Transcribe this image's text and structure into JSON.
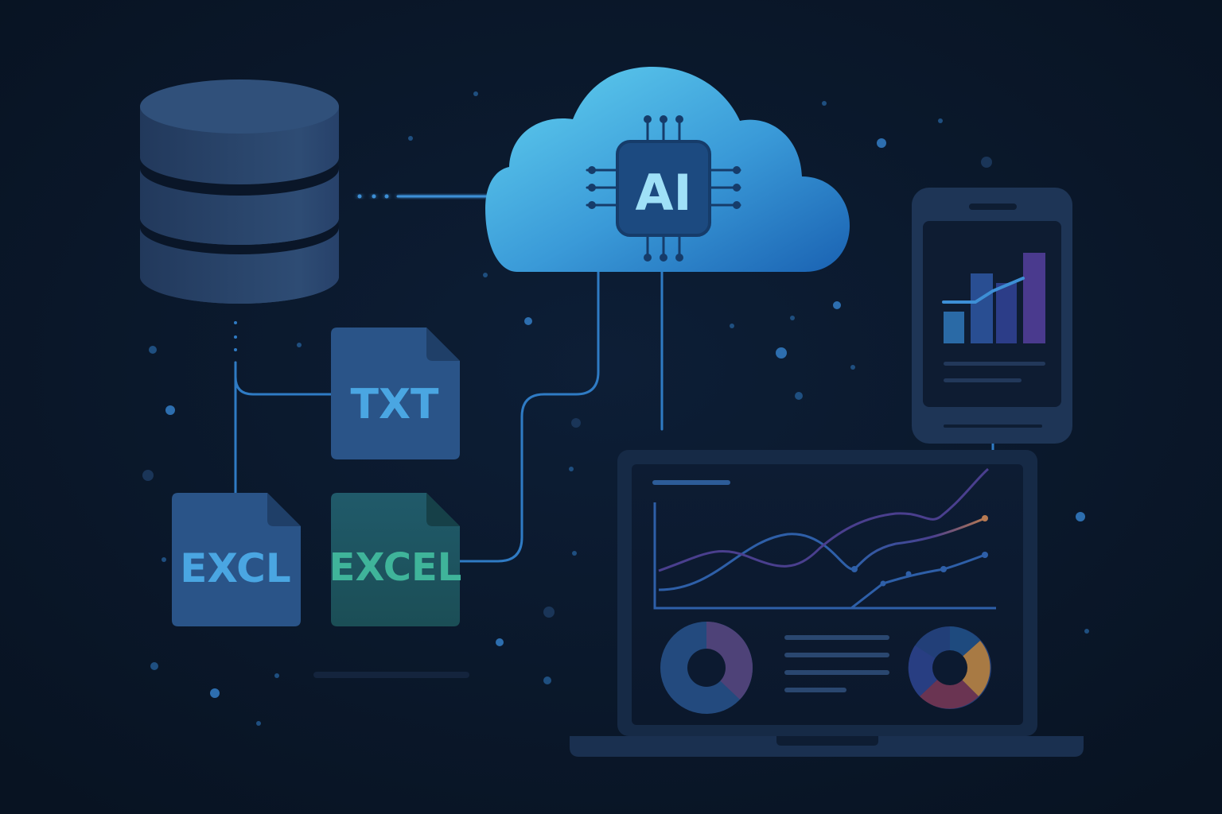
{
  "cloud": {
    "chip_label": "AI"
  },
  "files": {
    "txt_label": "TXT",
    "excl_label": "EXCL",
    "excel_label": "EXCEL"
  },
  "colors": {
    "background": "#0a1628",
    "connector": "#3d8fd6",
    "cloud_light": "#5cc8ec",
    "cloud_dark": "#1a68b8",
    "database": "#2d4a72",
    "file_blue": "#2a5488",
    "file_green": "#1f5a5e",
    "line_purple": "#4a3f8e",
    "line_blue": "#2e5fa8",
    "line_orange": "#b87a52",
    "pie_purple": "#4e4278",
    "pie_orange": "#a87a44",
    "pie_red": "#6a3452"
  }
}
